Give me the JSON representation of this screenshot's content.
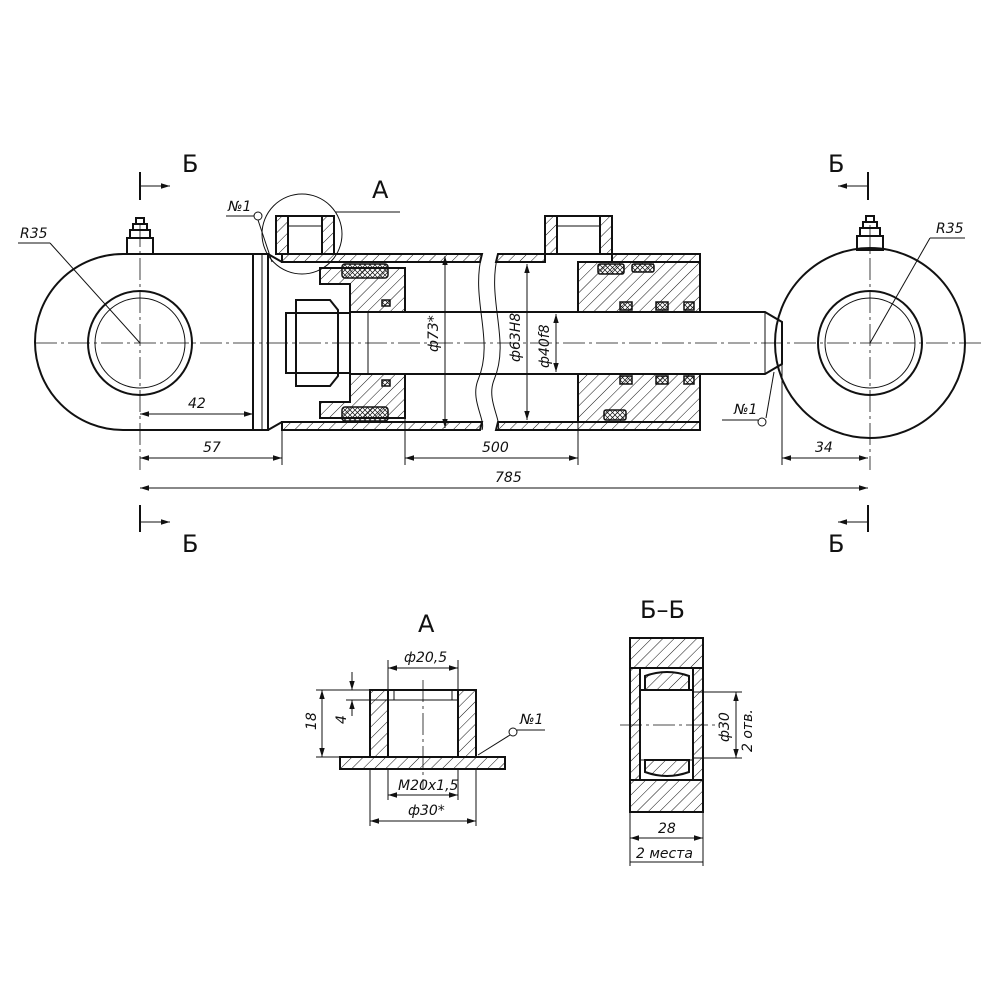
{
  "section_label": "Б",
  "section_title": "Б–Б",
  "detail_label": "A",
  "main_view": {
    "radius_left": "R35",
    "radius_right": "R35",
    "weld_mark": "№1",
    "dim_bore_outer": "ф73*",
    "dim_bore": "ф63H8",
    "dim_rod": "ф40f8",
    "dim_42": "42",
    "dim_57": "57",
    "dim_500": "500",
    "dim_34": "34",
    "dim_785": "785"
  },
  "detail_a": {
    "dim_top": "ф20,5",
    "dim_height": "18",
    "dim_depth": "4",
    "weld_mark": "№1",
    "thread": "M20x1,5",
    "dim_outer": "ф30*"
  },
  "section_bb": {
    "dim_bore": "ф30",
    "holes": "2 отв.",
    "dim_width": "28",
    "places": "2 места"
  }
}
